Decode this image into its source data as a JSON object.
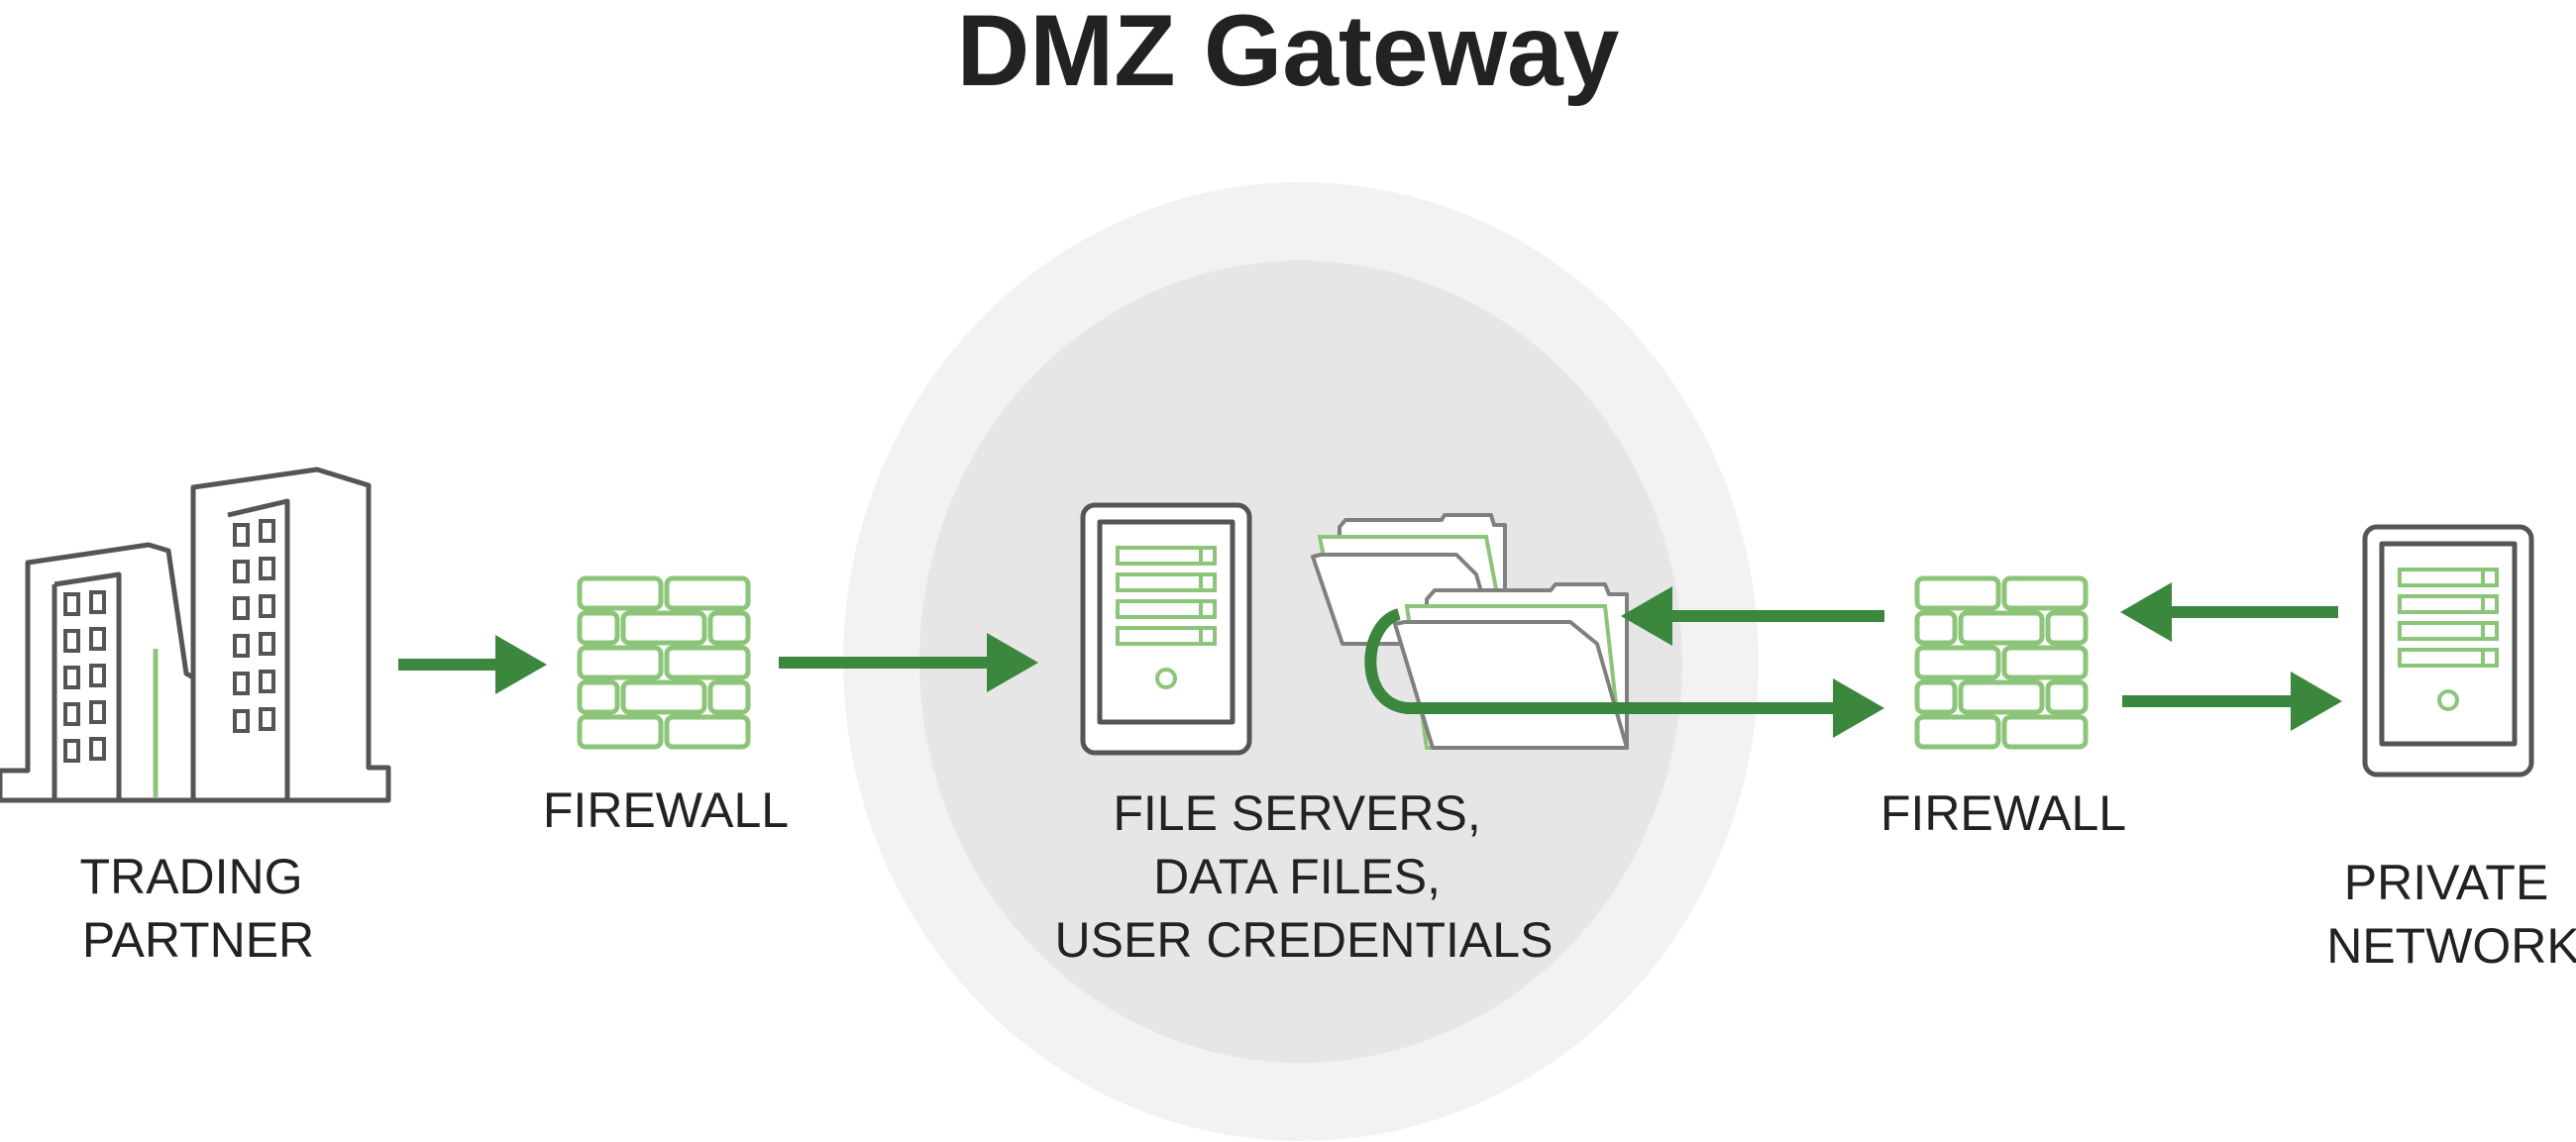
{
  "title": "DMZ Gateway",
  "nodes": {
    "trading_partner": {
      "line1": "TRADING",
      "line2": "PARTNER"
    },
    "firewall_left": {
      "label": "FIREWALL"
    },
    "dmz_center": {
      "line1": "FILE SERVERS,",
      "line2": "DATA FILES,",
      "line3": "USER CREDENTIALS"
    },
    "firewall_right": {
      "label": "FIREWALL"
    },
    "private_network": {
      "line1": "PRIVATE",
      "line2": "NETWORK"
    }
  },
  "icons": {
    "trading_partner": "buildings-icon",
    "firewall": "brick-wall-icon",
    "server": "server-icon",
    "folders": "folder-icon",
    "arrow": "arrow-icon"
  },
  "colors": {
    "arrow_green": "#3a873d",
    "icon_light_green": "#8cc57a",
    "outline_gray": "#555555",
    "zone_outer": "#f2f2f2",
    "zone_inner": "#e6e6e6",
    "text": "#222222"
  }
}
